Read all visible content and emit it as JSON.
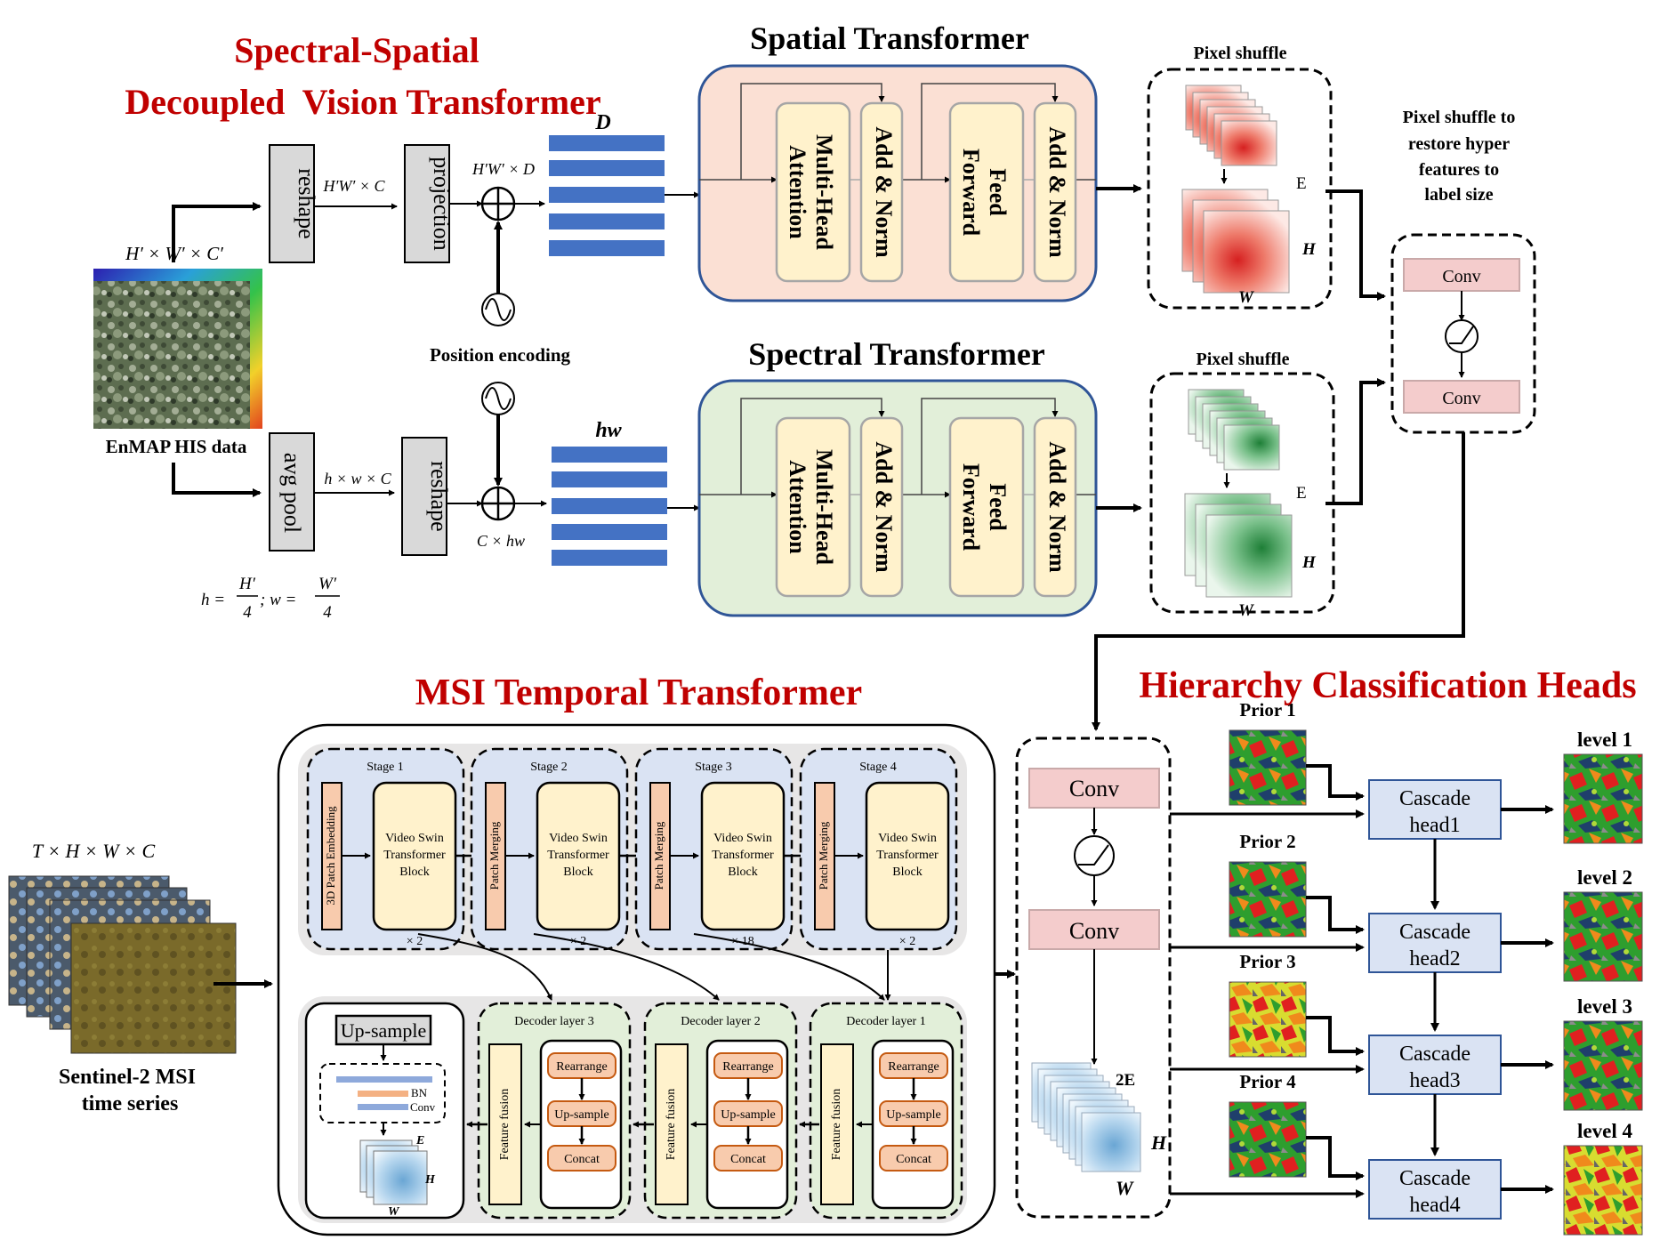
{
  "titles": {
    "spectral_spatial_line1": "Spectral-Spatial",
    "spectral_spatial_line2": "Decoupled  Vision Transformer",
    "spatial_transformer": "Spatial Transformer",
    "spectral_transformer": "Spectral Transformer",
    "msi_temporal": "MSI Temporal Transformer",
    "hierarchy": "Hierarchy Classification Heads"
  },
  "hsi": {
    "input_dim": "H′ × W′ × C′",
    "caption": "EnMAP HIS data",
    "reshape": "reshape",
    "projection": "projection",
    "dim_hwc": "H′W′ × C",
    "dim_hwd": "H′W′ × D",
    "token_label_D": "D",
    "position_encoding": "Position encoding",
    "avg_pool": "avg pool",
    "reshape2": "reshape",
    "dim_hwc_small": "h × w × C",
    "dim_chw": "C × hw",
    "token_label_hw": "hw",
    "formula_h": "h =",
    "formula_h_num": "H′",
    "formula_den": "4",
    "formula_w": "; w =",
    "formula_w_num": "W′"
  },
  "transformer_blocks": {
    "mha": "Multi-Head Attention",
    "add_norm": "Add & Norm",
    "feed_forward": "Feed Forward"
  },
  "pixel_shuffle": {
    "label": "Pixel shuffle",
    "E": "E",
    "H": "H",
    "W": "W",
    "restore_note": [
      "Pixel shuffle to",
      "restore hyper",
      "features to",
      "label size"
    ]
  },
  "conv": "Conv",
  "msi": {
    "input_dim": "T × H × W × C",
    "caption_line1": "Sentinel-2 MSI",
    "caption_line2": "time series",
    "stages": [
      {
        "name": "Stage 1",
        "side": "3D Patch Embedding",
        "block": [
          "Video Swin",
          "Transformer",
          "Block"
        ],
        "mult": "× 2"
      },
      {
        "name": "Stage 2",
        "side": "Patch Merging",
        "block": [
          "Video Swin",
          "Transformer",
          "Block"
        ],
        "mult": "× 2"
      },
      {
        "name": "Stage 3",
        "side": "Patch Merging",
        "block": [
          "Video Swin",
          "Transformer",
          "Block"
        ],
        "mult": "× 18"
      },
      {
        "name": "Stage 4",
        "side": "Patch Merging",
        "block": [
          "Video Swin",
          "Transformer",
          "Block"
        ],
        "mult": "× 2"
      }
    ],
    "decoders": [
      {
        "name": "Decoder layer 3",
        "fusion": "Feature fusion",
        "steps": [
          "Rearrange",
          "Up-sample",
          "Concat"
        ]
      },
      {
        "name": "Decoder layer 2",
        "fusion": "Feature fusion",
        "steps": [
          "Rearrange",
          "Up-sample",
          "Concat"
        ]
      },
      {
        "name": "Decoder layer 1",
        "fusion": "Feature fusion",
        "steps": [
          "Rearrange",
          "Up-sample",
          "Concat"
        ]
      }
    ],
    "upsample": "Up-sample",
    "bn": "BN",
    "conv_small": "Conv",
    "E": "E",
    "H": "H",
    "W": "W"
  },
  "heads": {
    "twoE": "2E",
    "H": "H",
    "W": "W",
    "priors": [
      "Prior 1",
      "Prior 2",
      "Prior 3",
      "Prior 4"
    ],
    "cascade": [
      [
        "Cascade",
        "head1"
      ],
      [
        "Cascade",
        "head2"
      ],
      [
        "Cascade",
        "head3"
      ],
      [
        "Cascade",
        "head4"
      ]
    ],
    "levels": [
      "level 1",
      "level 2",
      "level 3",
      "level 4"
    ]
  },
  "colors": {
    "title_red": "#c00000",
    "token_blue": "#4472c4",
    "spatial_bg": "#fbe0d4",
    "spectral_bg": "#e2efd9",
    "block_yellow": "#fff2cc",
    "conv_pink": "#f4cccc",
    "cascade_blue": "#dae3f3",
    "stage_blue": "#dae3f3",
    "decoder_green": "#e2efd9",
    "step_orange": "#f8cbad",
    "patch_pink": "#f8cbad",
    "msi_gray": "#e7e6e6"
  }
}
